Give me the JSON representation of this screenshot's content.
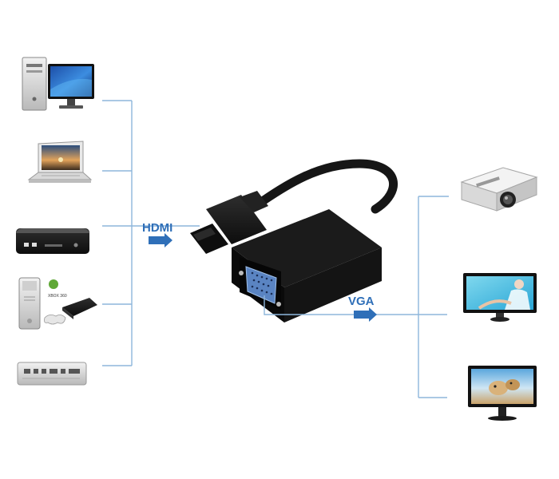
{
  "labels": {
    "input": "HDMI",
    "output": "VGA"
  },
  "colors": {
    "accent": "#2f6fb8",
    "line": "#8db6dc",
    "device_black": "#1b1b1b",
    "cable": "#161616"
  },
  "source_devices": [
    {
      "name": "desktop-computer-icon"
    },
    {
      "name": "laptop-icon"
    },
    {
      "name": "media-box-icon"
    },
    {
      "name": "game-console-icon"
    },
    {
      "name": "mac-mini-icon"
    }
  ],
  "display_devices": [
    {
      "name": "projector-icon"
    },
    {
      "name": "lcd-monitor-icon"
    },
    {
      "name": "widescreen-monitor-icon"
    }
  ],
  "console_badge": "XBOX 360"
}
